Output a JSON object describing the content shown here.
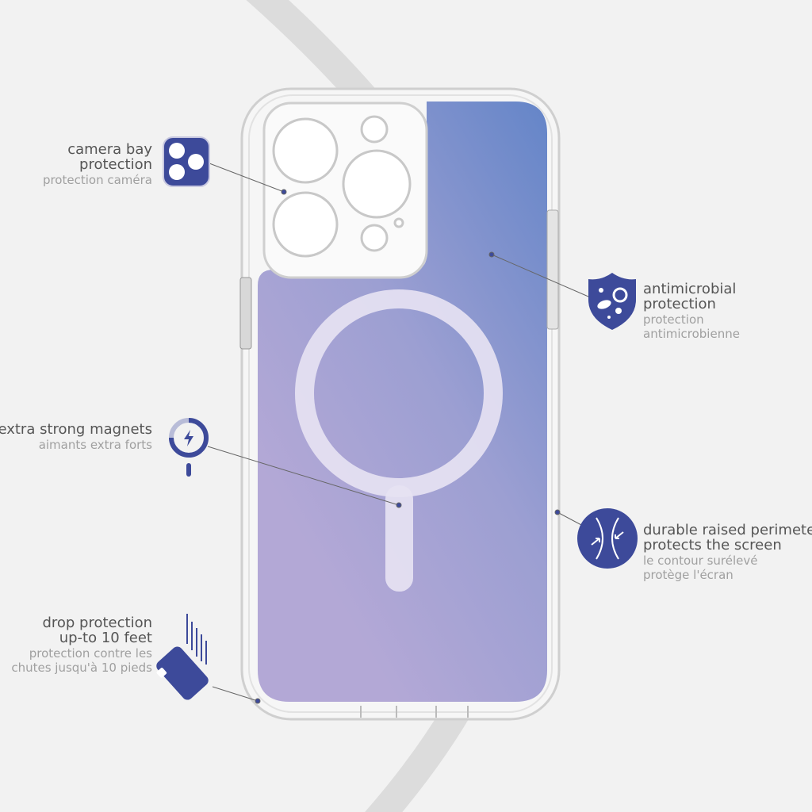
{
  "colors": {
    "accent": "#3d4a9a",
    "background": "#f2f2f2",
    "title_text": "#555555",
    "sub_text": "#a0a0a0"
  },
  "features": {
    "camera": {
      "title1": "camera bay",
      "title2": "protection",
      "sub1": "protection caméra",
      "icon": "camera-lenses-icon"
    },
    "antimicrobial": {
      "title1": "antimicrobial",
      "title2": "protection",
      "sub1": "protection",
      "sub2": "antimicrobienne",
      "icon": "shield-microbe-icon"
    },
    "magnets": {
      "title1": "extra strong magnets",
      "sub1": "aimants extra forts",
      "icon": "magsafe-charge-icon"
    },
    "perimeter": {
      "title1": "durable raised perimeter",
      "title2": "protects the screen",
      "sub1": "le contour surélevé",
      "sub2": "protège l'écran",
      "icon": "raised-edge-icon"
    },
    "drop": {
      "title1": "drop protection",
      "title2": "up-to 10 feet",
      "sub1": "protection contre les",
      "sub2": "chutes jusqu'à 10 pieds",
      "icon": "falling-phone-icon"
    }
  }
}
